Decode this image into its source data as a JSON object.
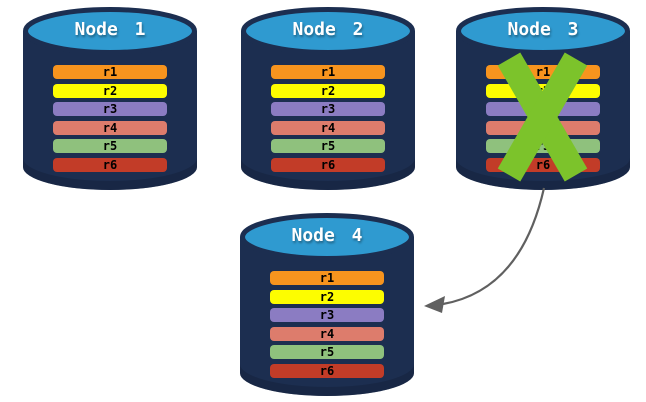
{
  "nodes": [
    {
      "label": "Node 1",
      "failed": false
    },
    {
      "label": "Node 2",
      "failed": false
    },
    {
      "label": "Node 3",
      "failed": true
    },
    {
      "label": "Node 4",
      "failed": false
    }
  ],
  "records": [
    {
      "label": "r1",
      "color": "#F7941E"
    },
    {
      "label": "r2",
      "color": "#FDFD00"
    },
    {
      "label": "r3",
      "color": "#8B7CC2"
    },
    {
      "label": "r4",
      "color": "#DD7C6C"
    },
    {
      "label": "r5",
      "color": "#8FC17D"
    },
    {
      "label": "r6",
      "color": "#C23C28"
    }
  ],
  "arrow": {
    "from_node": "Node 3",
    "to_node": "Node 4"
  },
  "failure_marker": {
    "node": "Node 3",
    "shape": "x"
  },
  "colors": {
    "cylinder_body": "#1C2E50",
    "cylinder_body_dark": "#15233D",
    "cylinder_top": "#2F9AD0",
    "title_text": "#FFFFFF",
    "record_text": "#000000",
    "failure_x": "#7CC32B",
    "arrow": "#606060"
  }
}
